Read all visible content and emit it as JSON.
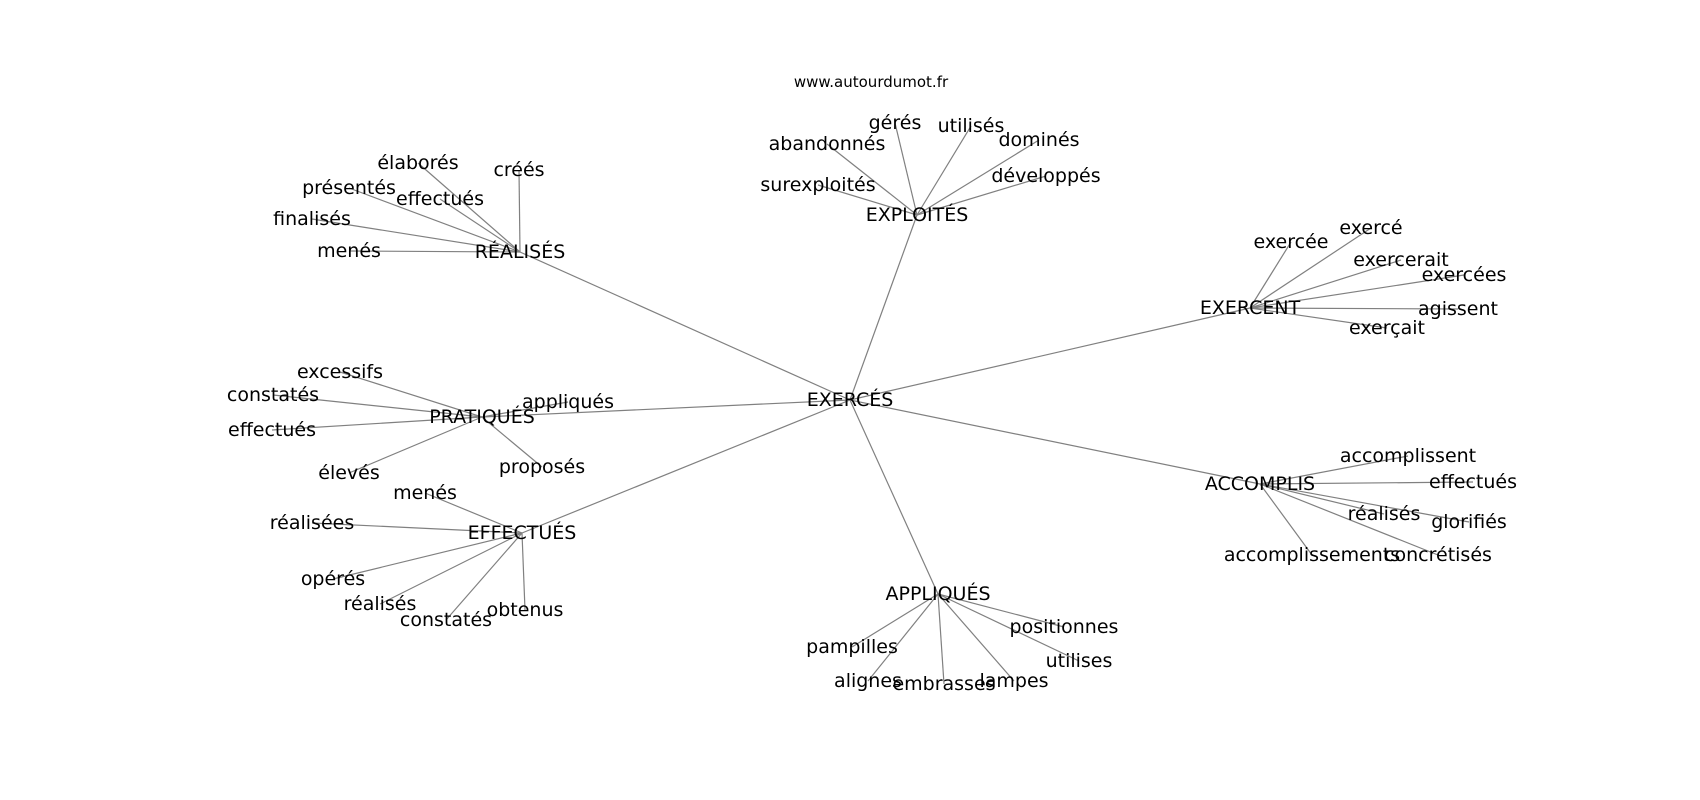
{
  "site": "www.autourdumot.fr",
  "colors": {
    "edge": "#808080",
    "text": "#000000",
    "background": "#ffffff"
  },
  "graph": {
    "center": "EXERCÉS",
    "clusters": [
      {
        "hub": "RÉALISÉS",
        "words": [
          "élaborés",
          "créés",
          "présentés",
          "effectués",
          "finalisés",
          "menés"
        ]
      },
      {
        "hub": "EXPLOITÉS",
        "words": [
          "gérés",
          "utilisés",
          "abandonnés",
          "dominés",
          "surexploités",
          "développés"
        ]
      },
      {
        "hub": "EXERCENT",
        "words": [
          "exercée",
          "exercé",
          "exercerait",
          "exercées",
          "agissent",
          "exerçait"
        ]
      },
      {
        "hub": "PRATIQUÉS",
        "words": [
          "excessifs",
          "constatés",
          "appliqués",
          "effectués",
          "élevés",
          "proposés"
        ]
      },
      {
        "hub": "EFFECTUÉS",
        "words": [
          "menés",
          "réalisées",
          "opérés",
          "réalisés",
          "constatés",
          "obtenus"
        ]
      },
      {
        "hub": "ACCOMPLIS",
        "words": [
          "accomplissent",
          "effectués",
          "réalisés",
          "glorifiés",
          "accomplissements",
          "concrétisés"
        ]
      },
      {
        "hub": "APPLIQUÉS",
        "words": [
          "positionnes",
          "pampilles",
          "utilises",
          "lampes",
          "alignes",
          "embrasses"
        ]
      }
    ]
  }
}
